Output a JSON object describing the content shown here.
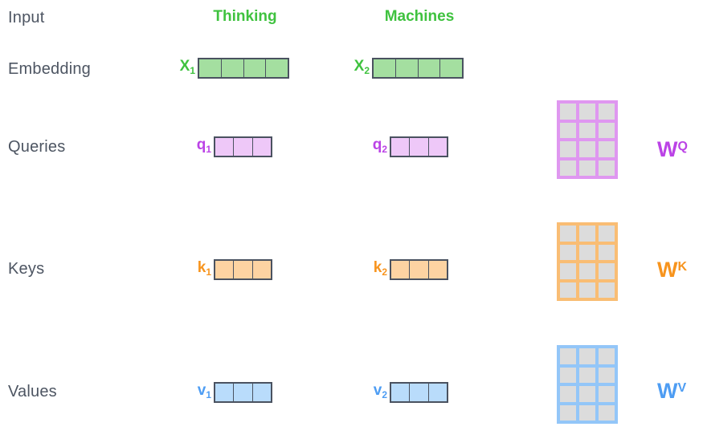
{
  "row_labels": {
    "input": "Input",
    "embedding": "Embedding",
    "queries": "Queries",
    "keys": "Keys",
    "values": "Values"
  },
  "column_headers": {
    "col1": "Thinking",
    "col2": "Machines"
  },
  "vectors": {
    "x1": {
      "symbol": "X",
      "subscript": "1",
      "cells": 4
    },
    "x2": {
      "symbol": "X",
      "subscript": "2",
      "cells": 4
    },
    "q1": {
      "symbol": "q",
      "subscript": "1",
      "cells": 3
    },
    "q2": {
      "symbol": "q",
      "subscript": "2",
      "cells": 3
    },
    "k1": {
      "symbol": "k",
      "subscript": "1",
      "cells": 3
    },
    "k2": {
      "symbol": "k",
      "subscript": "2",
      "cells": 3
    },
    "v1": {
      "symbol": "v",
      "subscript": "1",
      "cells": 3
    },
    "v2": {
      "symbol": "v",
      "subscript": "2",
      "cells": 3
    }
  },
  "weight_matrices": {
    "wq": {
      "symbol": "W",
      "superscript": "Q",
      "rows": 4,
      "cols": 3,
      "cell_count": 12
    },
    "wk": {
      "symbol": "W",
      "superscript": "K",
      "rows": 4,
      "cols": 3,
      "cell_count": 12
    },
    "wv": {
      "symbol": "W",
      "superscript": "V",
      "rows": 4,
      "cols": 3,
      "cell_count": 12
    }
  },
  "colors": {
    "green_text": "#3fc23f",
    "green_fill": "#a4dfa0",
    "purple_text": "#bb43e6",
    "purple_fill": "#eec8f8",
    "purple_grid": "#df97f0",
    "orange_text": "#f7941e",
    "orange_fill": "#fdd3a2",
    "orange_grid": "#f9bd74",
    "blue_text": "#4e9df3",
    "blue_fill": "#b9dcfb",
    "blue_grid": "#93c6f8",
    "vector_border": "#4a5260",
    "matrix_cell": "#dcdcdc",
    "label_text": "#4d5562",
    "background": "#ffffff"
  }
}
